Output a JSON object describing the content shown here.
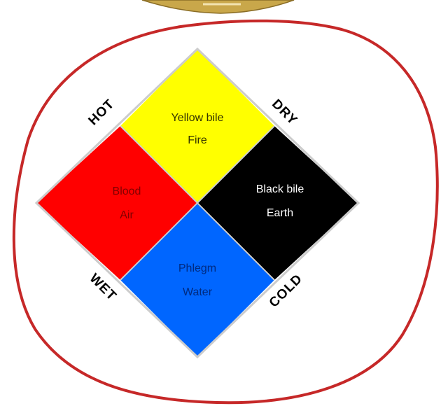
{
  "diagram": {
    "quadrants": {
      "top": {
        "line1": "Yellow bile",
        "line2": "Fire",
        "fill": "#ffff00",
        "text_color": "#333300"
      },
      "left": {
        "line1": "Blood",
        "line2": "Air",
        "fill": "#ff0000",
        "text_color": "#800000"
      },
      "right": {
        "line1": "Black bile",
        "line2": "Earth",
        "fill": "#000000",
        "text_color": "#ffffff"
      },
      "bottom": {
        "line1": "Phlegm",
        "line2": "Water",
        "fill": "#0066ff",
        "text_color": "#002a80"
      }
    },
    "labels": {
      "hot": "HOT",
      "dry": "DRY",
      "wet": "WET",
      "cold": "COLD"
    }
  },
  "colors": {
    "circle_outline": "#c62828",
    "diamond_border": "#cccccc",
    "coin_rim": "#c9a74a"
  }
}
